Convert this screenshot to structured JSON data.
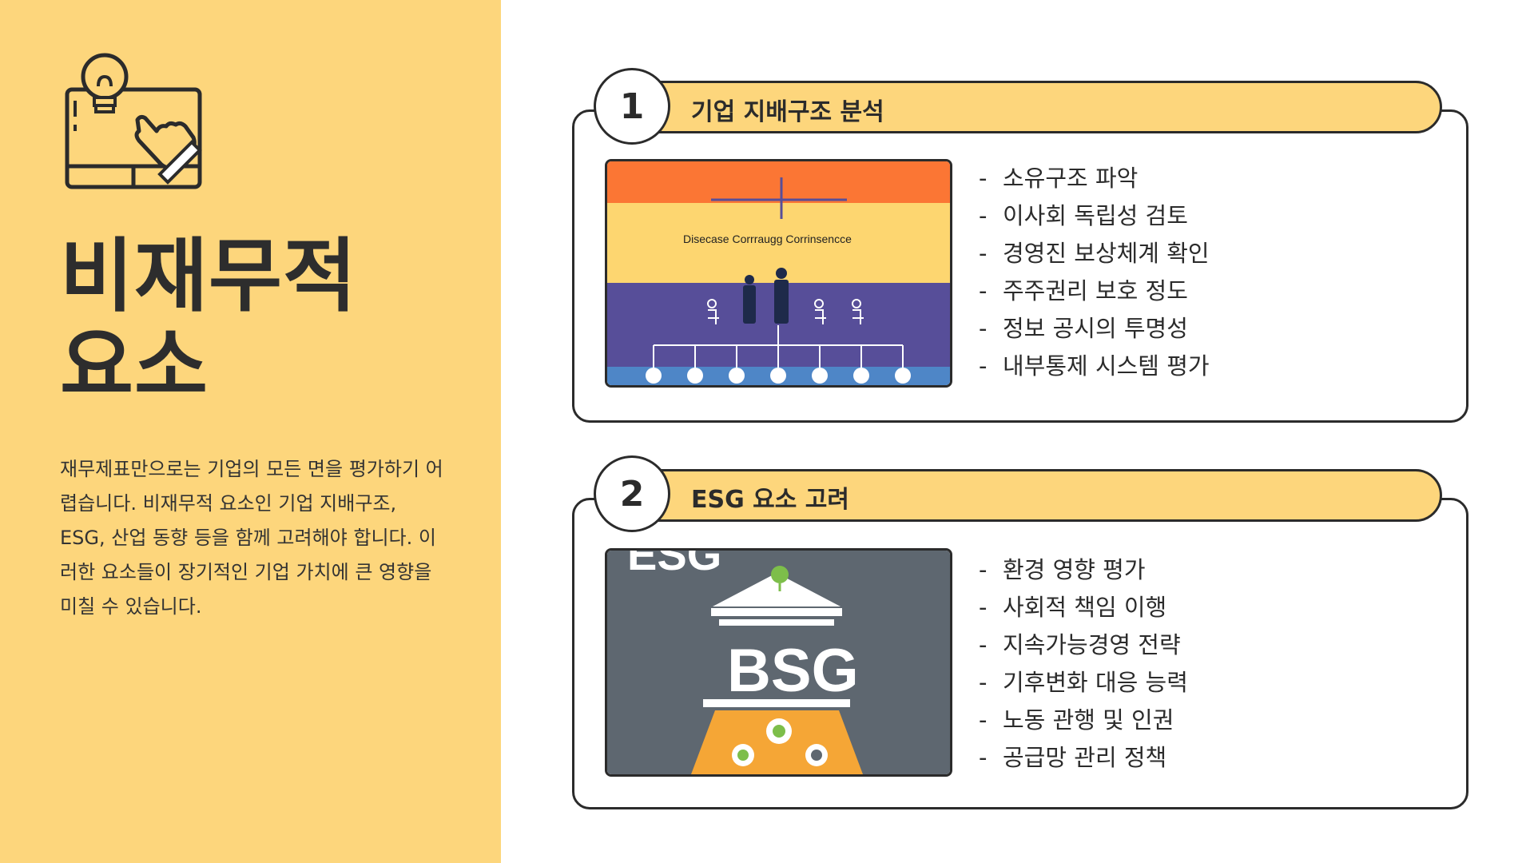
{
  "sidebar": {
    "title_line1": "비재무적",
    "title_line2": "요소",
    "description": "재무제표만으로는 기업의 모든 면을 평가하기 어렵습니다. 비재무적 요소인 기업 지배구조, ESG, 산업 동향 등을 함께 고려해야 합니다. 이러한 요소들이 장기적인 기업 가치에 큰 영향을 미칠 수 있습니다.",
    "icon": "lightbulb-touchscreen-icon"
  },
  "colors": {
    "accent": "#FDD67C",
    "outline": "#2b2b2b",
    "background": "#ffffff"
  },
  "sections": [
    {
      "number": "1",
      "title": "기업 지배구조 분석",
      "image_caption": "Disecase Corrraugg Corrinsencce",
      "items": [
        "소유구조 파악",
        "이사회 독립성 검토",
        "경영진 보상체계 확인",
        "주주권리 보호 정도",
        "정보 공시의 투명성",
        "내부통제 시스템 평가"
      ]
    },
    {
      "number": "2",
      "title": "ESG 요소 고려",
      "image_caption_top": "ESG",
      "image_caption_building": "BSG",
      "items": [
        "환경 영향 평가",
        "사회적 책임 이행",
        "지속가능경영 전략",
        "기후변화 대응 능력",
        "노동 관행 및 인권",
        "공급망 관리 정책"
      ]
    }
  ]
}
